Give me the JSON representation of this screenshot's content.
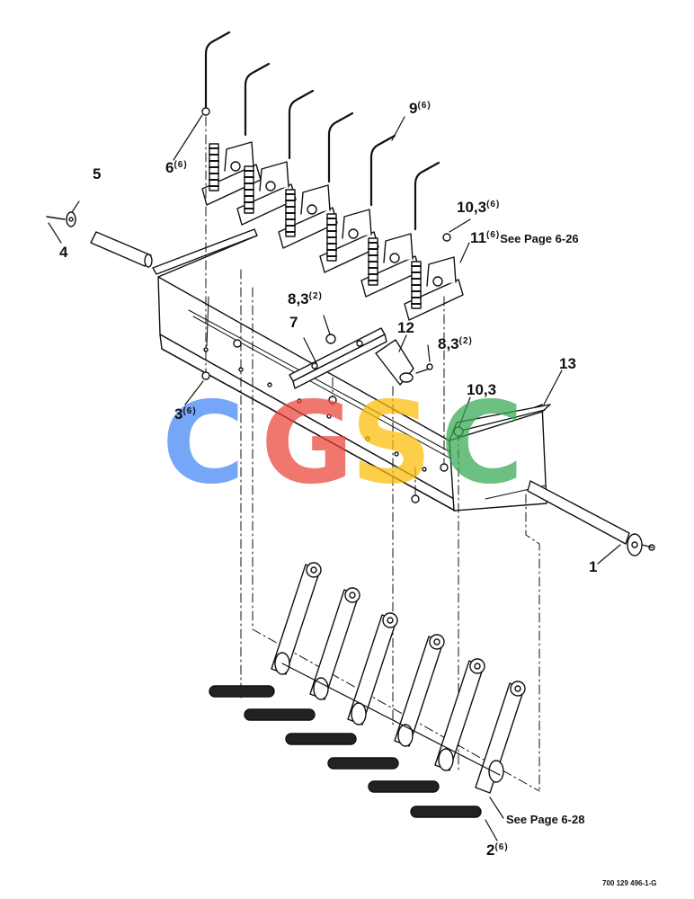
{
  "callouts": [
    {
      "id": "c1",
      "num": "1",
      "qty": "",
      "note": ""
    },
    {
      "id": "c2",
      "num": "2",
      "qty": "(6)",
      "note": ""
    },
    {
      "id": "c3",
      "num": "3",
      "qty": "(6)",
      "note": ""
    },
    {
      "id": "c4",
      "num": "4",
      "qty": "",
      "note": ""
    },
    {
      "id": "c5",
      "num": "5",
      "qty": "",
      "note": ""
    },
    {
      "id": "c6",
      "num": "6",
      "qty": "(6)",
      "note": ""
    },
    {
      "id": "c7",
      "num": "7",
      "qty": "",
      "note": ""
    },
    {
      "id": "c8a",
      "num": "8,3",
      "qty": "(2)",
      "note": ""
    },
    {
      "id": "c8b",
      "num": "8,3",
      "qty": "(2)",
      "note": ""
    },
    {
      "id": "c9",
      "num": "9",
      "qty": "(6)",
      "note": ""
    },
    {
      "id": "c10a",
      "num": "10,3",
      "qty": "(6)",
      "note": ""
    },
    {
      "id": "c10b",
      "num": "10,3",
      "qty": "",
      "note": ""
    },
    {
      "id": "c11",
      "num": "11",
      "qty": "(6)",
      "note": "See Page 6-26"
    },
    {
      "id": "c12",
      "num": "12",
      "qty": "",
      "note": ""
    },
    {
      "id": "c13",
      "num": "13",
      "qty": "",
      "note": ""
    }
  ],
  "see_page_628": "See Page 6-28",
  "figure_number": "700 129 496-1-G",
  "watermark": {
    "letters": [
      "C",
      "G",
      "S",
      "C"
    ],
    "colors": [
      "#4285f4",
      "#ea4335",
      "#fbbc05",
      "#34a853"
    ]
  }
}
